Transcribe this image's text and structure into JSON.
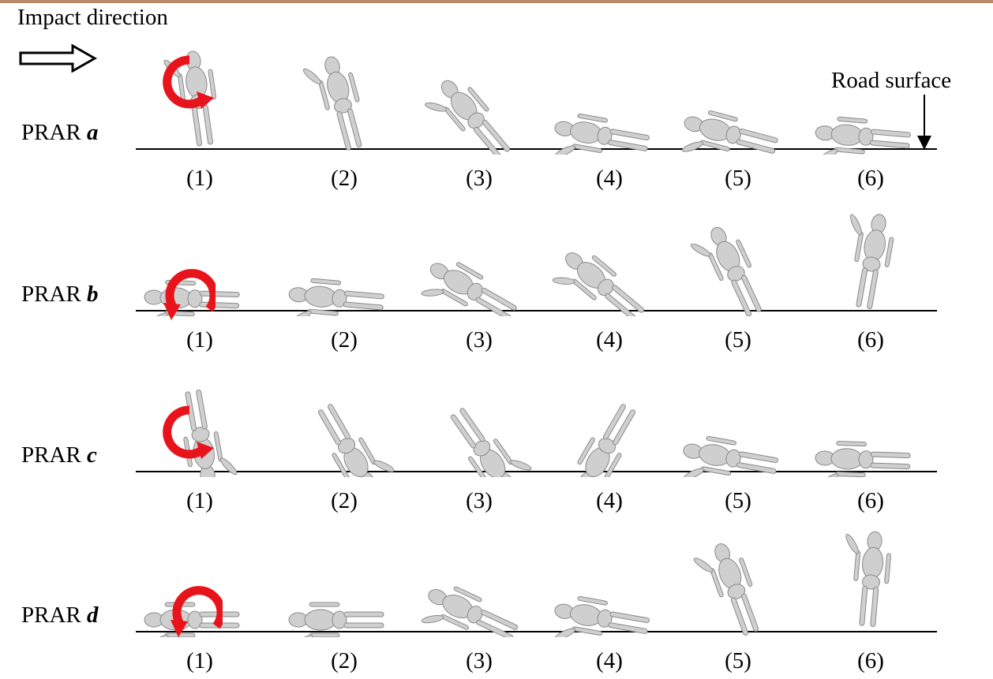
{
  "header": {
    "impact_direction": "Impact direction",
    "road_surface": "Road surface"
  },
  "colors": {
    "rotation_arrow": "#e8141b",
    "figure_body": "#cfcfcf",
    "ground_line": "#000000"
  },
  "rows": [
    {
      "prefix": "PRAR ",
      "letter": "a",
      "frames": [
        "(1)",
        "(2)",
        "(3)",
        "(4)",
        "(5)",
        "(6)"
      ]
    },
    {
      "prefix": "PRAR ",
      "letter": "b",
      "frames": [
        "(1)",
        "(2)",
        "(3)",
        "(4)",
        "(5)",
        "(6)"
      ]
    },
    {
      "prefix": "PRAR ",
      "letter": "c",
      "frames": [
        "(1)",
        "(2)",
        "(3)",
        "(4)",
        "(5)",
        "(6)"
      ]
    },
    {
      "prefix": "PRAR ",
      "letter": "d",
      "frames": [
        "(1)",
        "(2)",
        "(3)",
        "(4)",
        "(5)",
        "(6)"
      ]
    }
  ]
}
